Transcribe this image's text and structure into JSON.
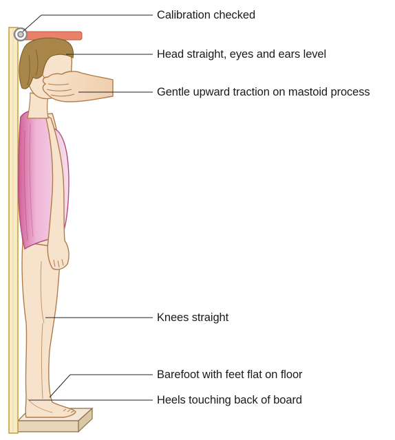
{
  "labels": {
    "calibration": "Calibration checked",
    "head": "Head straight, eyes and ears level",
    "traction": "Gentle upward traction on mastoid process",
    "knees": "Knees straight",
    "barefoot": "Barefoot with feet flat on floor",
    "heels": "Heels touching back of board"
  },
  "colors": {
    "board": "#f7ecc6",
    "board_edge": "#c9a13f",
    "headpiece": "#e8836a",
    "skin": "#f7e3cc",
    "skin_outline": "#b07a4a",
    "hair": "#a8864a",
    "swimsuit": "#f2c7e0",
    "swimsuit_dark": "#d05f96",
    "base": "#efe4cf",
    "leader": "#222222"
  }
}
